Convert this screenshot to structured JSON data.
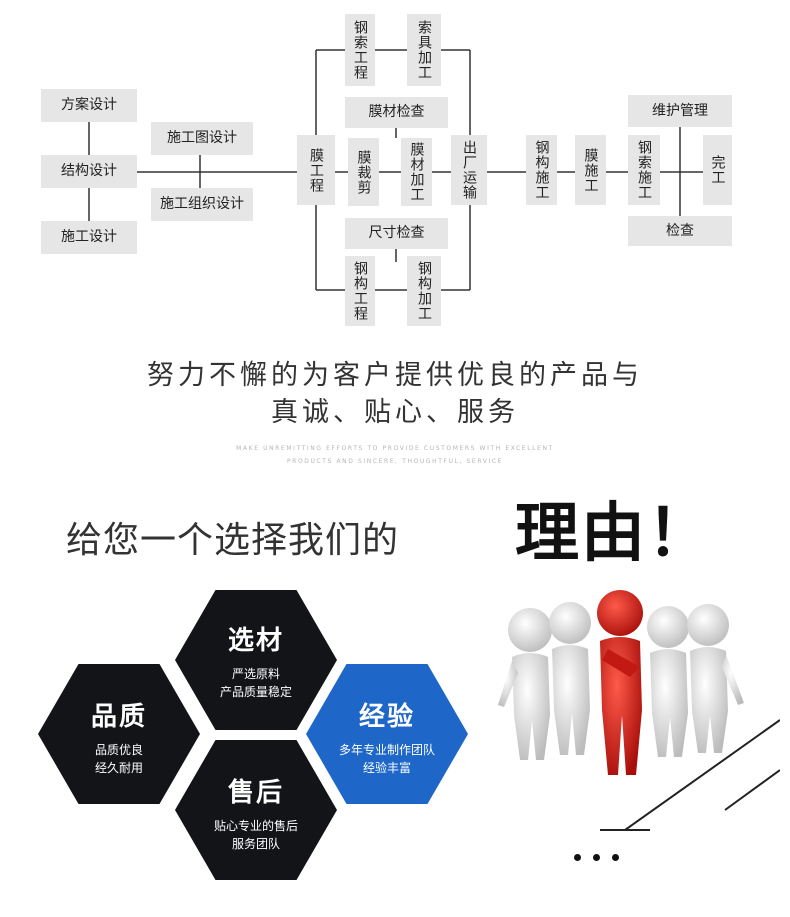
{
  "flow": {
    "left_stage": [
      "方案设计",
      "结构设计",
      "施工设计"
    ],
    "drawings": [
      "施工图设计",
      "施工组织设计"
    ],
    "membrane_engineering": "膜工程",
    "cable_engineering": "钢索工程",
    "cable_fittings": "索具加工",
    "membrane_inspection": "膜材检查",
    "membrane_cutting": "膜裁剪",
    "membrane_processing": "膜材加工",
    "size_inspection": "尺寸检查",
    "steel_engineering": "钢构工程",
    "steel_processing": "钢构加工",
    "shipping": "出厂运输",
    "steel_construction": "钢构施工",
    "membrane_construction": "膜施工",
    "maintenance": "维护管理",
    "cable_construction": "钢索施工",
    "inspection": "检查",
    "complete": "完工"
  },
  "slogan": {
    "line1": "努力不懈的为客户提供优良的产品与",
    "line2": "真诚、贴心、服务",
    "en_line1": "MAKE UNREMITTING EFFORTS TO PROVIDE CUSTOMERS WITH EXCELLENT",
    "en_line2": "PRODUCTS AND SINCERE, THOUGHTFUL, SERVICE"
  },
  "reason": {
    "lead": "给您一个选择我们的",
    "emphasis": "理由！"
  },
  "hexes": {
    "material": {
      "title": "选材",
      "desc1": "严选原料",
      "desc2": "产品质量稳定"
    },
    "quality": {
      "title": "品质",
      "desc1": "品质优良",
      "desc2": "经久耐用"
    },
    "experience": {
      "title": "经验",
      "desc1": "多年专业制作团队",
      "desc2": "经验丰富"
    },
    "service": {
      "title": "售后",
      "desc1": "贴心专业的售后",
      "desc2": "服务团队"
    }
  },
  "colors": {
    "hex_dark": "#121418",
    "hex_blue": "#1e67c8",
    "leader_red": "#d8231b",
    "node_bg": "#e6e6e6"
  },
  "icons": {
    "team": "team-figures-with-red-leader",
    "dots": "ellipsis-dots-icon"
  }
}
